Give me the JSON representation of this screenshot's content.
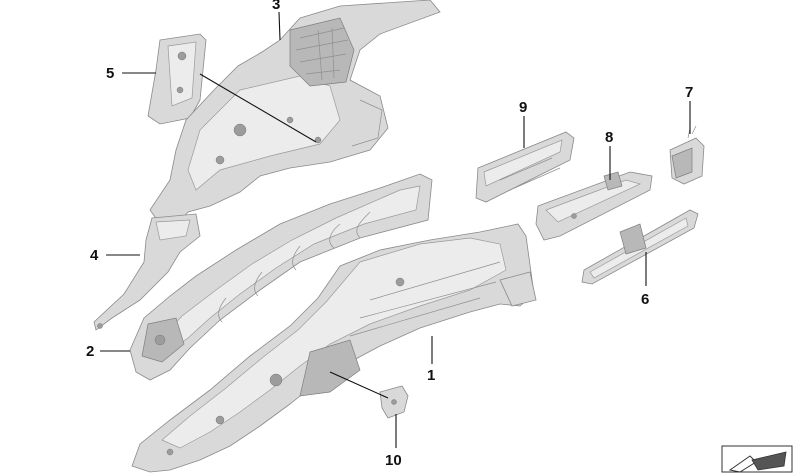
{
  "callouts": [
    {
      "id": "1",
      "label": "1"
    },
    {
      "id": "2",
      "label": "2"
    },
    {
      "id": "3",
      "label": "3"
    },
    {
      "id": "4",
      "label": "4"
    },
    {
      "id": "5",
      "label": "5"
    },
    {
      "id": "6",
      "label": "6"
    },
    {
      "id": "7",
      "label": "7"
    },
    {
      "id": "8",
      "label": "8"
    },
    {
      "id": "9",
      "label": "9"
    },
    {
      "id": "10",
      "label": "10"
    }
  ],
  "colors": {
    "part_fill": "#d9d9d9",
    "part_light": "#ececec",
    "part_dark": "#b8b8b8",
    "outline": "#8a8a8a",
    "label": "#111111"
  },
  "icons": {
    "corner_badge": "chevron-tag-icon"
  }
}
